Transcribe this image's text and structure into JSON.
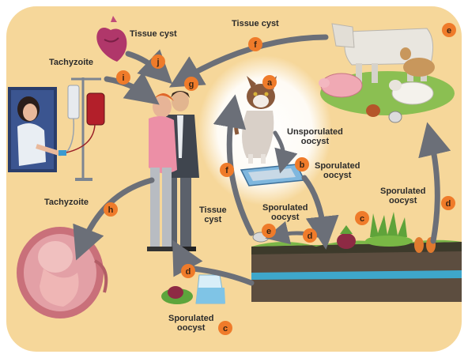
{
  "labels": {
    "tissue_cyst_heart": "Tissue cyst",
    "tissue_cyst_top": "Tissue cyst",
    "tachyzoite_top": "Tachyzoite",
    "tachyzoite_left": "Tachyzoite",
    "unsporulated_oocyst": "Unsporulated\noocyst",
    "sporulated_oocyst_b": "Sporulated\noocyst",
    "sporulated_oocyst_right": "Sporulated\noocyst",
    "sporulated_oocyst_mid": "Sporulated\noocyst",
    "tissue_cyst_mid": "Tissue\ncyst",
    "sporulated_oocyst_bottom": "Sporulated\noocyst"
  },
  "steps": {
    "a": "a",
    "b": "b",
    "c_field": "c",
    "c_water": "c",
    "d_right": "d",
    "d_soil": "d",
    "d_water": "d",
    "e_animals": "e",
    "e_mouse": "e",
    "f_top": "f",
    "f_mid": "f",
    "g": "g",
    "h": "h",
    "i": "i",
    "j": "j"
  },
  "colors": {
    "background": "#f6d79a",
    "arrow": "#6b6f78",
    "badge": "#ef7b2a",
    "soil": "#5a4a3a",
    "water": "#3aa6c9",
    "grass": "#7ab648"
  }
}
